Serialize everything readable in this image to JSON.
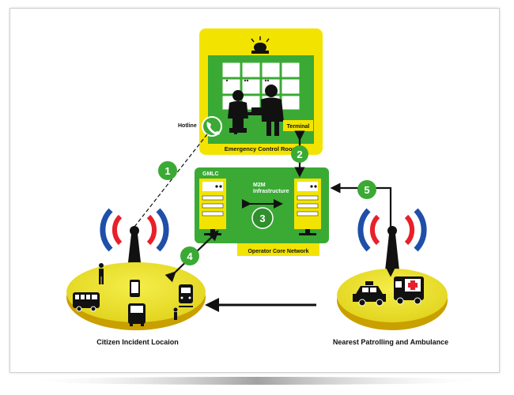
{
  "labels": {
    "hotline": "Hotline",
    "terminal": "Terminal",
    "control_room": "Emergency Control Room",
    "gmlc": "GMLC",
    "m2m_line1": "M2M",
    "m2m_line2": "Infrastructure",
    "core_network": "Operator Core Network",
    "citizen": "Citizen Incident Locaion",
    "patrol": "Nearest Patrolling and Ambulance"
  },
  "steps": [
    "1",
    "2",
    "3",
    "4",
    "5"
  ],
  "colors": {
    "yellow": "#f2e400",
    "green": "#3aaa35",
    "dark_green": "#2f8f2c",
    "ellipse_yellow": "#e8df2a",
    "ellipse_gold": "#c9a000",
    "signal_red": "#e8202a",
    "signal_blue": "#1f4fa8",
    "black": "#111111"
  },
  "icons": {
    "alarm": "alarm-light-icon",
    "phone": "phone-icon",
    "people": "operator-people-icon",
    "server": "server-icon",
    "antenna": "antenna-icon",
    "taxi": "taxi-icon",
    "ambulance": "ambulance-icon",
    "bus": "bus-icon",
    "train": "train-icon",
    "person": "person-icon",
    "mobile": "mobile-phone-icon"
  }
}
